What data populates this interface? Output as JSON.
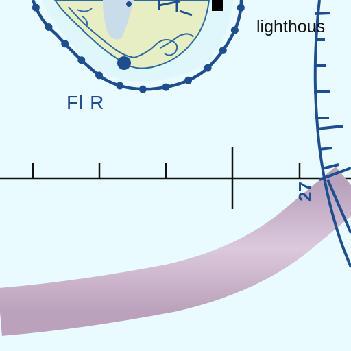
{
  "map": {
    "labels": {
      "place": "lighthous",
      "light_characteristic": "Fl R",
      "compass_bearing": "27"
    },
    "colors": {
      "water": "#e9fbfe",
      "land": "#e7eec4",
      "shallow": "#c9dcea",
      "chart_blue": "#1e4e8e",
      "scale_line": "#111111",
      "route_band": "#cbb4cb"
    },
    "icons": {
      "light_symbol": "light-dot-icon",
      "structure_marker": "black-square-icon"
    }
  }
}
